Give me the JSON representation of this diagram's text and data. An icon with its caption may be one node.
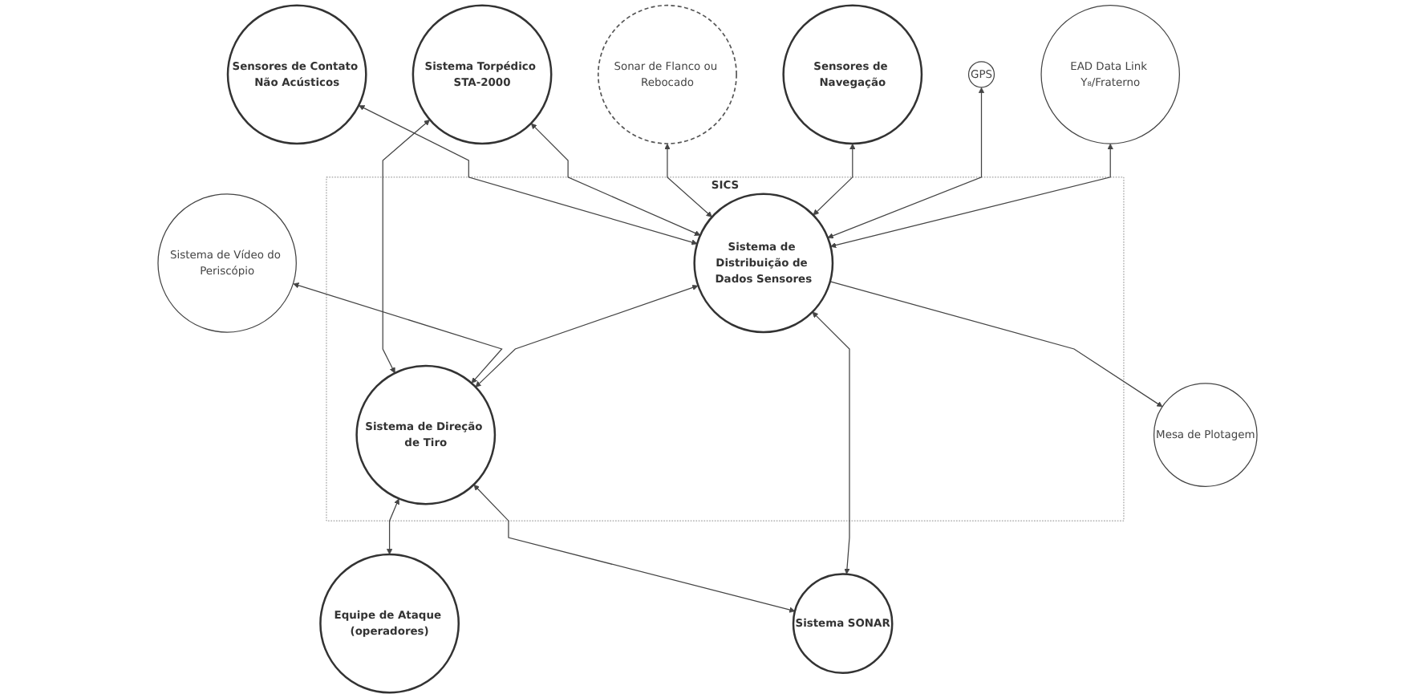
{
  "diagram": {
    "nodes": [
      {
        "text": [
          "Sensores de Contato Não Acústicos"
        ]
      },
      {
        "text": [
          "Sistema Torpédico STA-2000"
        ]
      },
      {
        "text": [
          "Sistema de Vídeo do Periscópio"
        ]
      },
      {
        "text": [
          "SICS"
        ]
      },
      {
        "text": [
          "Sonar de Flanco ou Rebocado"
        ]
      },
      {
        "text": [
          "Sistema de Distribuição de Dados Sensores"
        ],
        "in": 3
      },
      {
        "text": [
          "Sistema de Direção de Tiro"
        ],
        "in": 3
      },
      {
        "text": [
          "Equipe de Ataque (operadores)"
        ]
      },
      {
        "text": [
          "Sensores de Navegação"
        ]
      },
      {
        "text": [
          "GPS"
        ]
      },
      {
        "text": [
          "EAD Data Link Y₈/Fraterno"
        ]
      },
      {
        "text": [
          "Mesa de Plotagem"
        ]
      },
      {
        "text": [
          "Sistema SONAR"
        ]
      }
    ],
    "edges": [
      {
        "from": 0,
        "to": 5,
        "arrow": "both"
      },
      {
        "from": 5,
        "to": 1,
        "arrow": "both"
      },
      {
        "from": 1,
        "to": 6,
        "arrow": "both"
      },
      {
        "from": 2,
        "to": 6,
        "arrow": "both"
      },
      {
        "from": 4,
        "to": 5,
        "arrow": "both"
      },
      {
        "from": 5,
        "to": 6,
        "arrow": "both"
      },
      {
        "from": 6,
        "to": 7,
        "arrow": "both"
      },
      {
        "from": 8,
        "to": 5,
        "arrow": "both"
      },
      {
        "from": 9,
        "to": 5,
        "arrow": "both"
      },
      {
        "from": 10,
        "to": 5,
        "arrow": "both"
      },
      {
        "from": 5,
        "to": 11,
        "arrow": "to"
      },
      {
        "from": 12,
        "to": 5,
        "arrow": "both"
      },
      {
        "from": 6,
        "to": 12,
        "arrow": "both"
      }
    ]
  }
}
